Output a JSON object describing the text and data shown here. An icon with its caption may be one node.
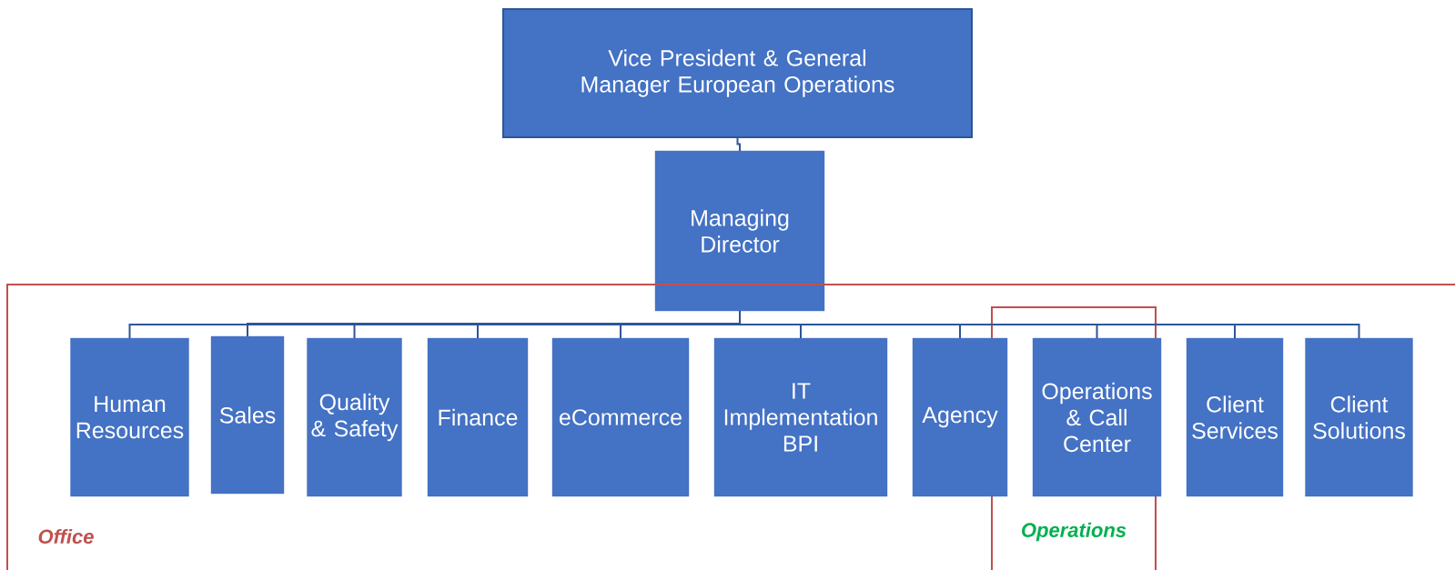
{
  "diagram": {
    "nodes": [
      {
        "text": [
          "Vice President & General Manager European Operations"
        ]
      },
      {
        "text": [
          "Managing Director"
        ]
      },
      {
        "text": [
          "Office"
        ]
      },
      {
        "text": [
          "Operations"
        ],
        "in": 2
      },
      {
        "text": [
          "Human Resources"
        ],
        "in": 2
      },
      {
        "text": [
          "Sales"
        ],
        "in": 2
      },
      {
        "text": [
          "Quality & Safety"
        ],
        "in": 2
      },
      {
        "text": [
          "Finance"
        ],
        "in": 2
      },
      {
        "text": [
          "eCommerce"
        ],
        "in": 2
      },
      {
        "text": [
          "IT Implementation BPI"
        ],
        "in": 2
      },
      {
        "text": [
          "Agency"
        ],
        "in": 2
      },
      {
        "text": [
          "Operations & Call Center"
        ],
        "in": 3
      },
      {
        "text": [
          "Client Services"
        ],
        "in": 2
      },
      {
        "text": [
          "Client Solutions"
        ],
        "in": 2
      }
    ],
    "edges": [
      {
        "from": 0,
        "to": 1,
        "arrow": "none"
      },
      {
        "from": 1,
        "to": 4,
        "arrow": "none"
      },
      {
        "from": 1,
        "to": 5,
        "arrow": "none"
      },
      {
        "from": 1,
        "to": 6,
        "arrow": "none"
      },
      {
        "from": 1,
        "to": 7,
        "arrow": "none"
      },
      {
        "from": 1,
        "to": 8,
        "arrow": "none"
      },
      {
        "from": 1,
        "to": 9,
        "arrow": "none"
      },
      {
        "from": 1,
        "to": 10,
        "arrow": "none"
      },
      {
        "from": 1,
        "to": 11,
        "arrow": "none"
      },
      {
        "from": 1,
        "to": 12,
        "arrow": "none"
      },
      {
        "from": 1,
        "to": 13,
        "arrow": "none"
      }
    ]
  }
}
